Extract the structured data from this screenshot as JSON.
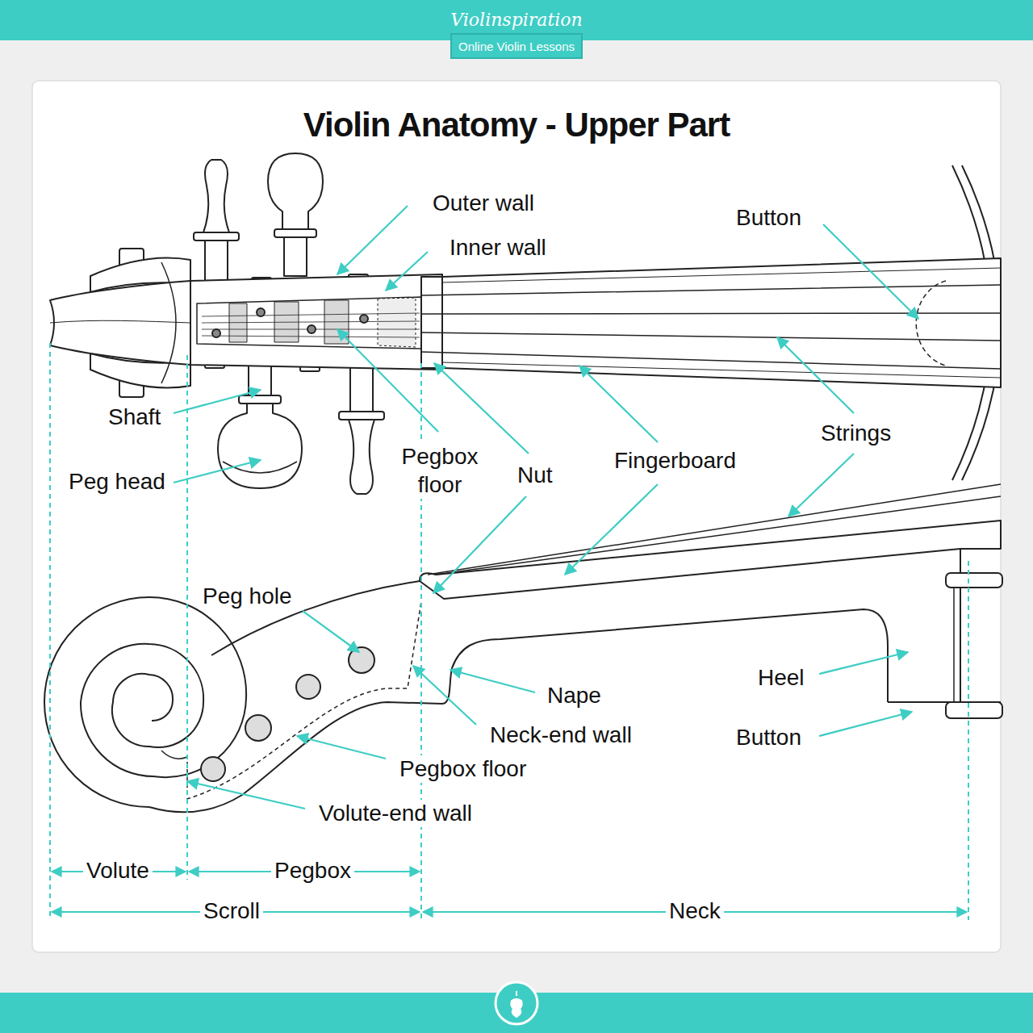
{
  "diagram": {
    "title": "Violin Anatomy - Upper Part",
    "nodes": [
      {
        "text": [
          "Online Violin Lessons"
        ]
      }
    ],
    "labels": [
      "Violinspiration",
      "Outer wall",
      "Button",
      "Inner wall",
      "Shaft",
      "Strings",
      "Pegbox floor",
      "Peg head",
      "Nut",
      "Fingerboard",
      "Peg hole",
      "Heel",
      "Nape",
      "Neck-end wall",
      "Button",
      "Pegbox floor",
      "Volute-end wall",
      "Volute",
      "Pegbox",
      "Scroll",
      "Neck"
    ]
  }
}
